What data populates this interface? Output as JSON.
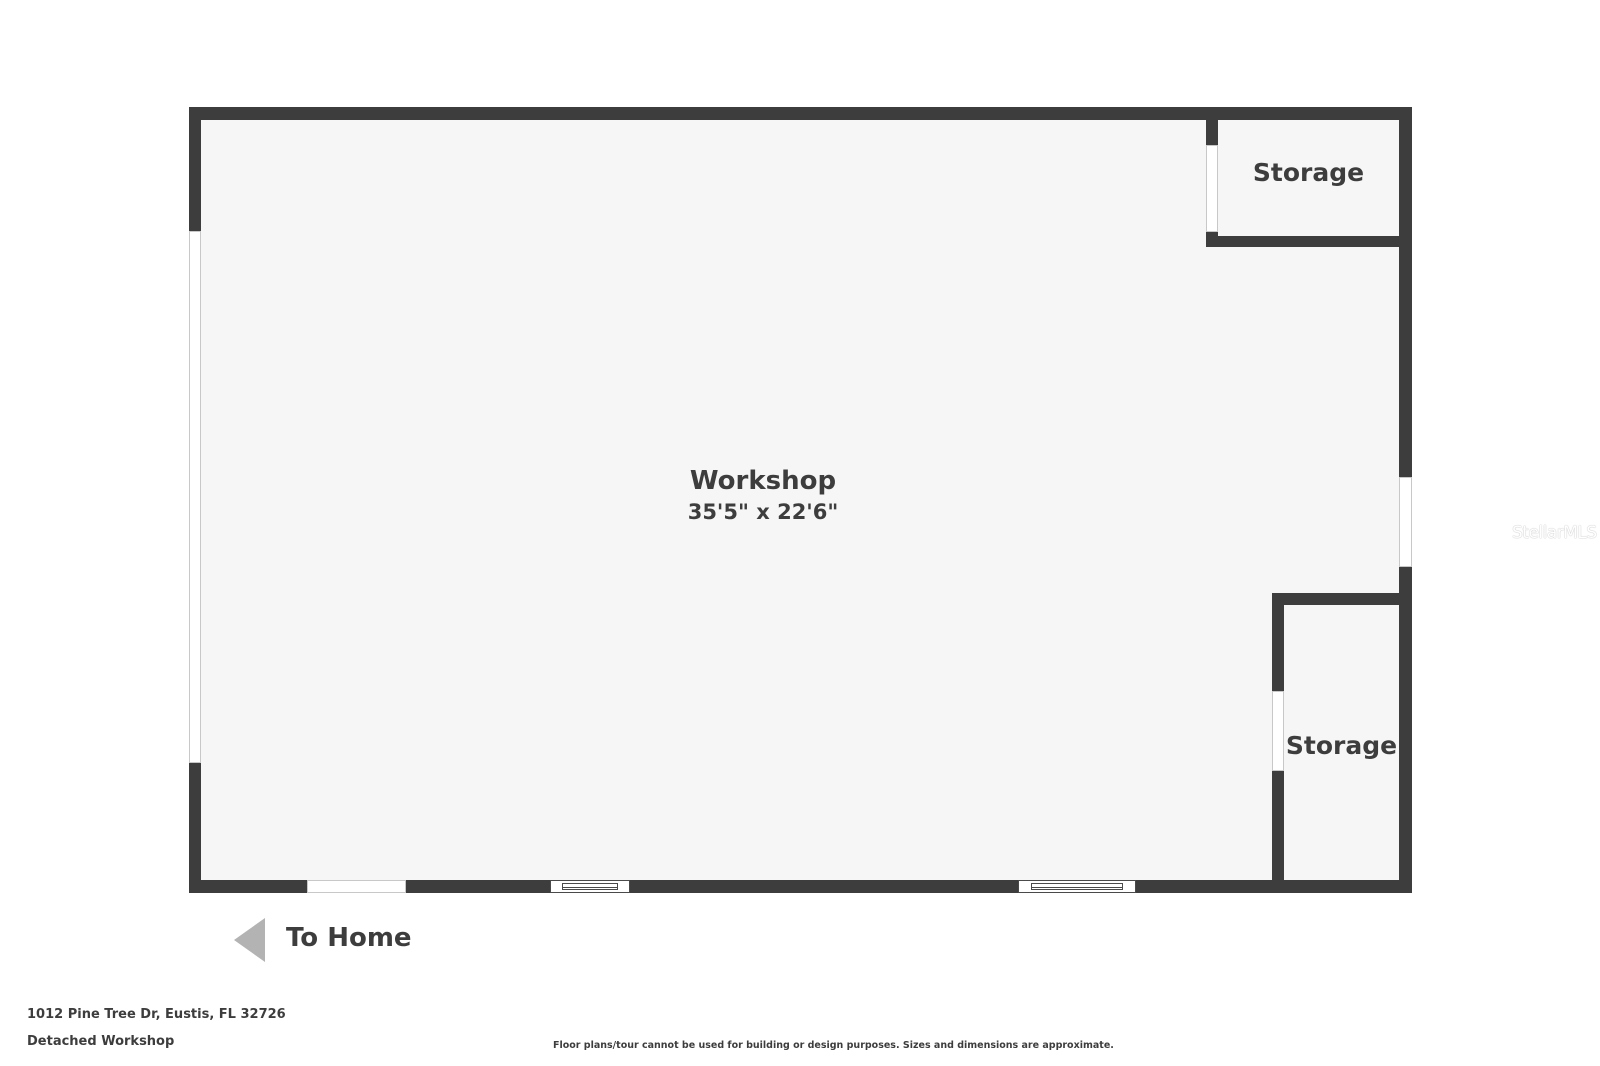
{
  "floorplan": {
    "rooms": [
      {
        "name": "Workshop",
        "dimensions": "35'5\" x 22'6\""
      },
      {
        "name": "Storage"
      },
      {
        "name": "Storage"
      }
    ],
    "direction": {
      "label": "To Home",
      "icon": "arrow-left-icon"
    }
  },
  "footer": {
    "address": "1012 Pine Tree Dr, Eustis, FL 32726",
    "structure": "Detached Workshop",
    "disclaimer": "Floor plans/tour cannot be used for building or design purposes. Sizes and dimensions are approximate."
  },
  "watermark": {
    "text": "StellarMLS"
  },
  "colors": {
    "wall": "#3d3d3d",
    "floor": "#f6f6f6",
    "arrow": "#b3b3b3",
    "background": "#ffffff"
  }
}
